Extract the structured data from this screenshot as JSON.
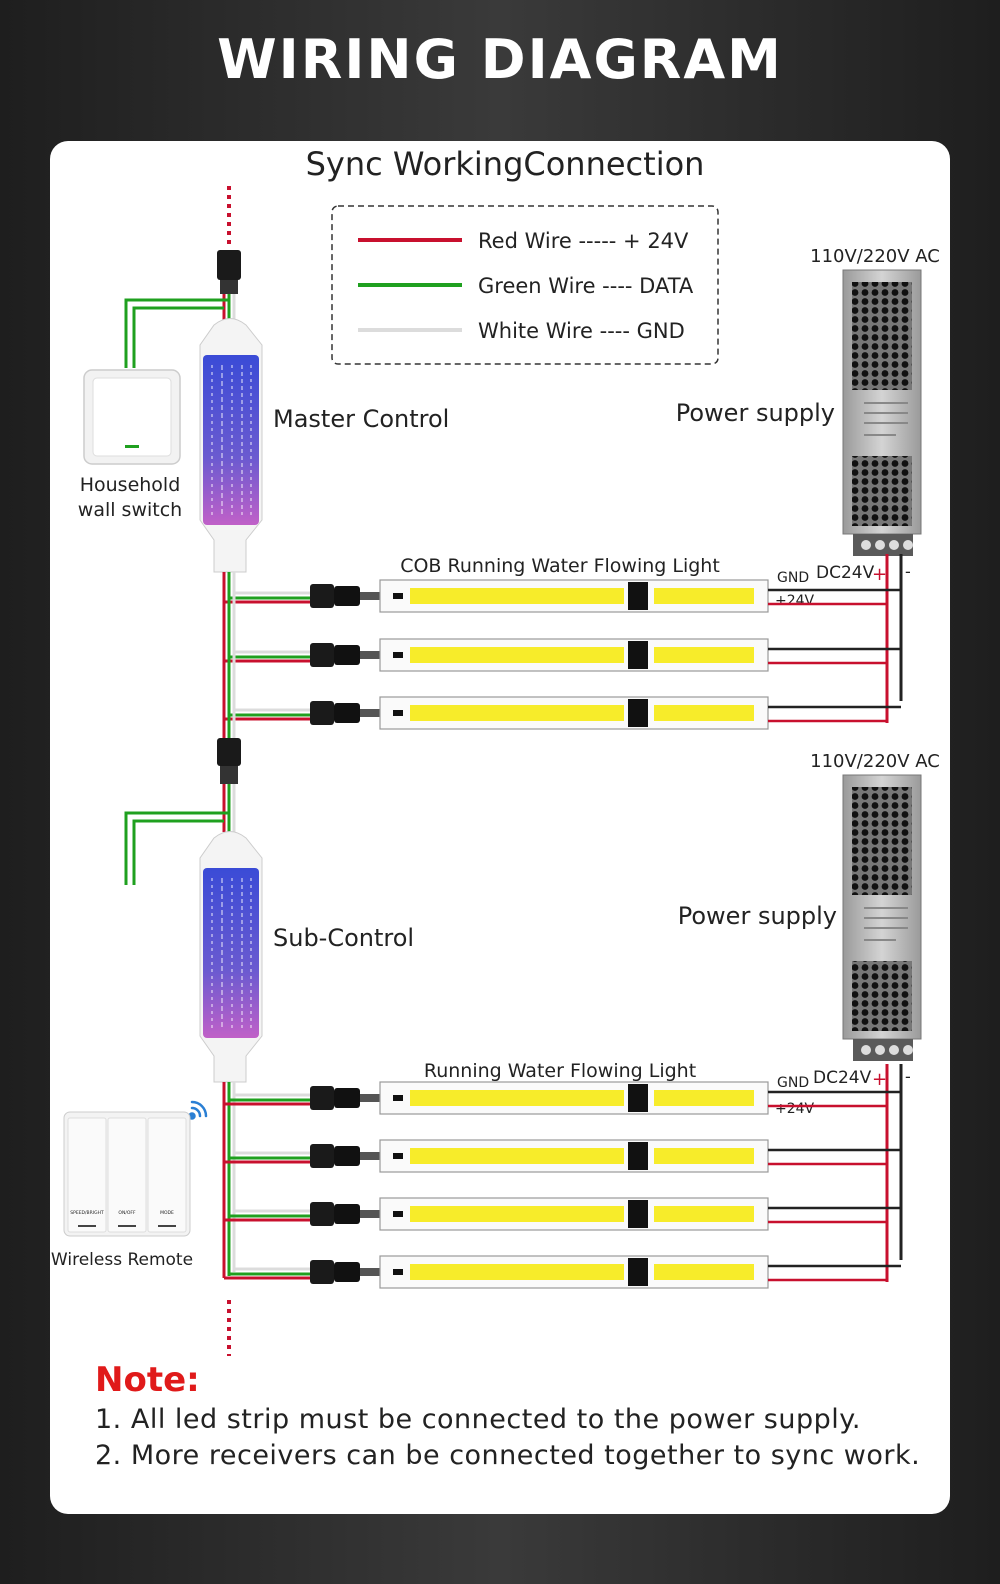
{
  "header": {
    "title": "WIRING DIAGRAM"
  },
  "diagram": {
    "title": "Sync WorkingConnection",
    "legend": [
      {
        "label": "Red Wire ----- + 24V",
        "color": "#c8102e"
      },
      {
        "label": "Green Wire ---- DATA",
        "color": "#1fa01f"
      },
      {
        "label": "White Wire ---- GND",
        "color": "#dcdcdc"
      }
    ],
    "master": {
      "label": "Master Control",
      "switch_label_1": "Household",
      "switch_label_2": "wall switch",
      "power_ac": "110V/220V AC",
      "power_label": "Power supply",
      "strip_label": "COB Running Water Flowing Light",
      "gnd": "GND",
      "dc": "DC24V",
      "plus": "+",
      "minus": "-",
      "plus24": "+24V"
    },
    "sub": {
      "label": "Sub-Control",
      "remote_label": "Wireless Remote",
      "remote_buttons": [
        "SPEED/BRIGHT",
        "ON/OFF",
        "MODE"
      ],
      "power_ac": "110V/220V AC",
      "power_label": "Power supply",
      "strip_label": "Running Water Flowing Light",
      "gnd": "GND",
      "dc": "DC24V",
      "plus": "+",
      "minus": "-",
      "plus24": "+24V"
    },
    "colors": {
      "red": "#c8102e",
      "green": "#1fa01f",
      "white": "#dcdcdc",
      "black": "#222222",
      "led": "#f7ec2a"
    }
  },
  "notes": {
    "title": "Note:",
    "items": [
      "1.  All led strip must be connected to the power supply.",
      "2.  More receivers can be connected together to sync work."
    ]
  }
}
